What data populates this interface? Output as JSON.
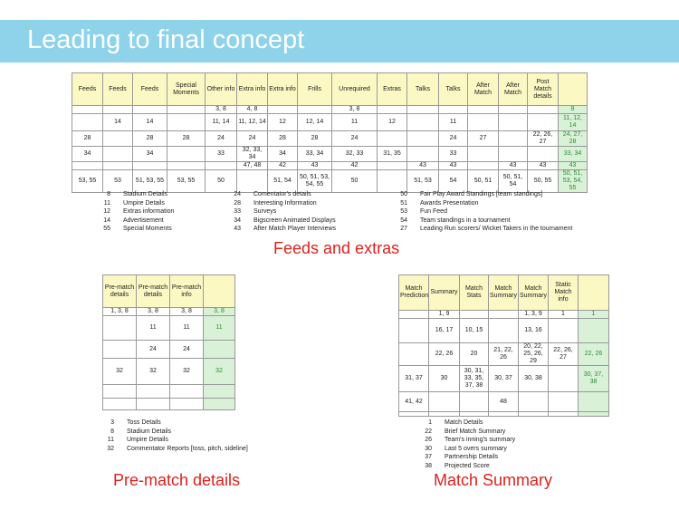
{
  "slide_title": "Leading to final concept",
  "feeds": {
    "caption": "Feeds and extras",
    "headers": [
      "Feeds",
      "Feeds",
      "Feeds",
      "Special Moments",
      "Other info",
      "Extra info",
      "Extra info",
      "Frills",
      "Unrequired",
      "Extras",
      "Talks",
      "Talks",
      "After Match",
      "After Match",
      "Post Match details",
      ""
    ],
    "rows": [
      [
        "",
        "",
        "",
        "",
        "3, 8",
        "4, 8",
        "",
        "",
        "3, 8",
        "",
        "",
        "",
        "",
        "",
        "",
        "8"
      ],
      [
        "",
        "14",
        "14",
        "",
        "11, 14",
        "11, 12, 14",
        "12",
        "12, 14",
        "11",
        "12",
        "",
        "11",
        "",
        "",
        "",
        "11, 12, 14"
      ],
      [
        "28",
        "",
        "28",
        "28",
        "24",
        "24",
        "28",
        "28",
        "24",
        "",
        "",
        "24",
        "27",
        "",
        "22, 26, 27",
        "24, 27, 28"
      ],
      [
        "34",
        "",
        "34",
        "",
        "33",
        "32, 33, 34",
        "34",
        "33, 34",
        "32, 33",
        "31, 35",
        "",
        "33",
        "",
        "",
        "",
        "33, 34"
      ],
      [
        "",
        "",
        "",
        "",
        "",
        "47, 48",
        "42",
        "43",
        "42",
        "",
        "43",
        "43",
        "",
        "43",
        "43",
        "43"
      ],
      [
        "53, 55",
        "53",
        "51, 53, 55",
        "53, 55",
        "50",
        "",
        "51, 54",
        "50, 51, 53, 54, 55",
        "50",
        "",
        "51, 53",
        "54",
        "50, 51",
        "50, 51, 54",
        "50, 55",
        "50, 51, 53, 54, 55"
      ]
    ],
    "legend": [
      [
        [
          "8",
          "Stadium Details"
        ],
        [
          "11",
          "Umpire Details"
        ],
        [
          "12",
          "Extras information"
        ],
        [
          "14",
          "Advertisement"
        ],
        [
          "55",
          "Special Moments"
        ]
      ],
      [
        [
          "24",
          "Comentator's details"
        ],
        [
          "28",
          "Interesting Information"
        ],
        [
          "33",
          "Surveys"
        ],
        [
          "34",
          "Bigscreen Animated Displays"
        ],
        [
          "43",
          "After Match Player Interviews"
        ]
      ],
      [
        [
          "50",
          "Fair Play Award Standings [team standings]"
        ],
        [
          "51",
          "Awards Presentation"
        ],
        [
          "53",
          "Fun Feed"
        ],
        [
          "54",
          "Team standings in a tournament"
        ],
        [
          "27",
          "Leading Run scorers/ Wicket Takers in the tournament"
        ]
      ]
    ]
  },
  "prematch": {
    "caption": "Pre-match details",
    "headers": [
      "Pre-match details",
      "Pre-match details",
      "Pre-match info",
      ""
    ],
    "rows": [
      [
        "1, 3, 8",
        "3, 8",
        "3, 8",
        "3, 8"
      ],
      [
        "",
        "11",
        "11",
        "11"
      ],
      [
        "",
        "24",
        "24",
        ""
      ],
      [
        "32",
        "32",
        "32",
        "32"
      ],
      [
        "",
        "",
        "",
        ""
      ],
      [
        "",
        "",
        "",
        ""
      ]
    ],
    "legend": [
      [
        "3",
        "Toss Details"
      ],
      [
        "8",
        "Stadium Details"
      ],
      [
        "11",
        "Umpire Details"
      ],
      [
        "32",
        "Commentator Reports [toss, pitch, sideline]"
      ]
    ]
  },
  "summary": {
    "caption": "Match Summary",
    "headers": [
      "Match Prediction",
      "Summary",
      "Match Stats",
      "Match Summary",
      "Match Summary",
      "Static Match info",
      ""
    ],
    "rows": [
      [
        "",
        "1, 9",
        "",
        "",
        "1, 3, 9",
        "1",
        "1"
      ],
      [
        "",
        "16, 17",
        "10, 15",
        "",
        "13, 16",
        "",
        ""
      ],
      [
        "",
        "22, 26",
        "20",
        "21, 22, 26",
        "20, 22, 25, 26, 29",
        "22, 26, 27",
        "22, 26"
      ],
      [
        "31, 37",
        "30",
        "30, 31, 33, 35, 37, 38",
        "30, 37",
        "30, 38",
        "",
        "30, 37, 38"
      ],
      [
        "41, 42",
        "",
        "",
        "48",
        "",
        "",
        ""
      ],
      [
        "",
        "",
        "",
        "",
        "",
        "",
        ""
      ]
    ],
    "legend": [
      [
        "1",
        "Match Details"
      ],
      [
        "22",
        "Brief Match Summary"
      ],
      [
        "26",
        "Team's inning's summary"
      ],
      [
        "30",
        "Last 5 overs summary"
      ],
      [
        "37",
        "Partnership Details"
      ],
      [
        "38",
        "Projected Score"
      ]
    ]
  }
}
